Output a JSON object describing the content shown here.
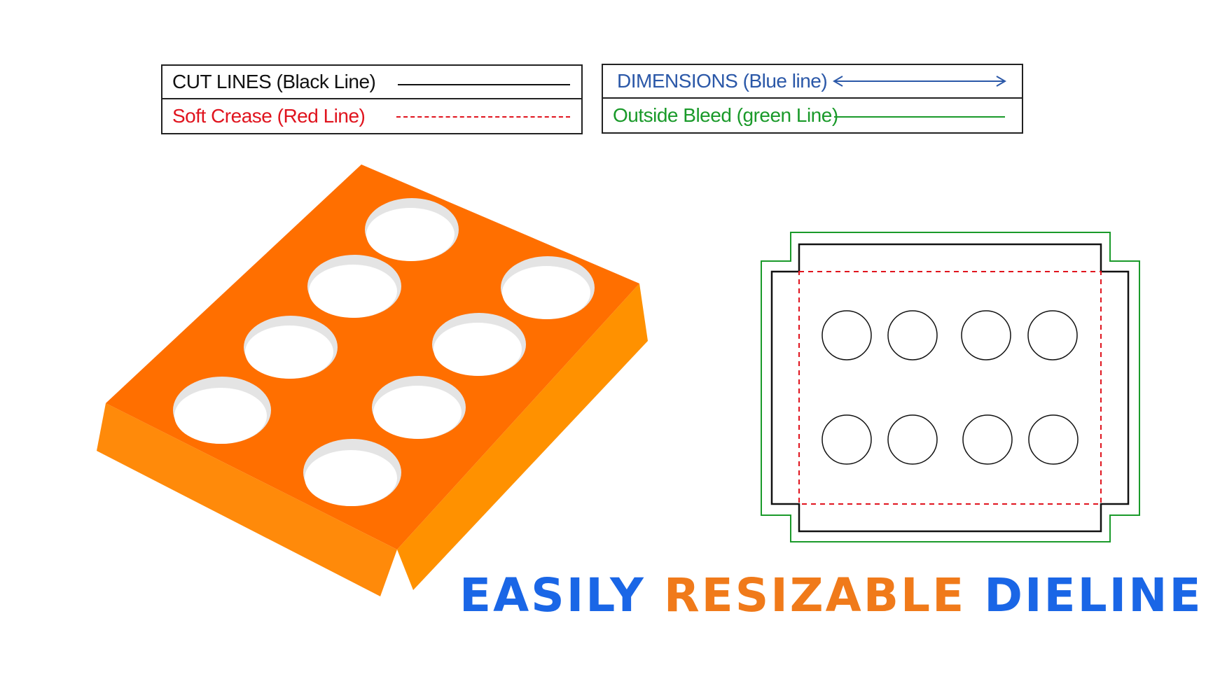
{
  "legend": {
    "cut_lines": "CUT LINES (Black Line)",
    "soft_crease": "Soft Crease (Red Line)",
    "dimensions": "DIMENSIONS (Blue line)",
    "outside_bleed": "Outside Bleed (green Line)"
  },
  "headline": {
    "word1": "EASILY",
    "word2": "RESIZABLE",
    "word3": "DIELINE"
  },
  "colors": {
    "cut": "#111111",
    "crease": "#e0141e",
    "dimension": "#2b58a8",
    "bleed": "#1a9a2a",
    "box_top": "#ff6f00",
    "box_side_left": "#ff8a0a",
    "box_side_right": "#ff9100",
    "headline_blue": "#1a66e6",
    "headline_orange": "#f07a1a"
  },
  "tray": {
    "hole_count": 8,
    "rows": 2,
    "columns": 4
  }
}
